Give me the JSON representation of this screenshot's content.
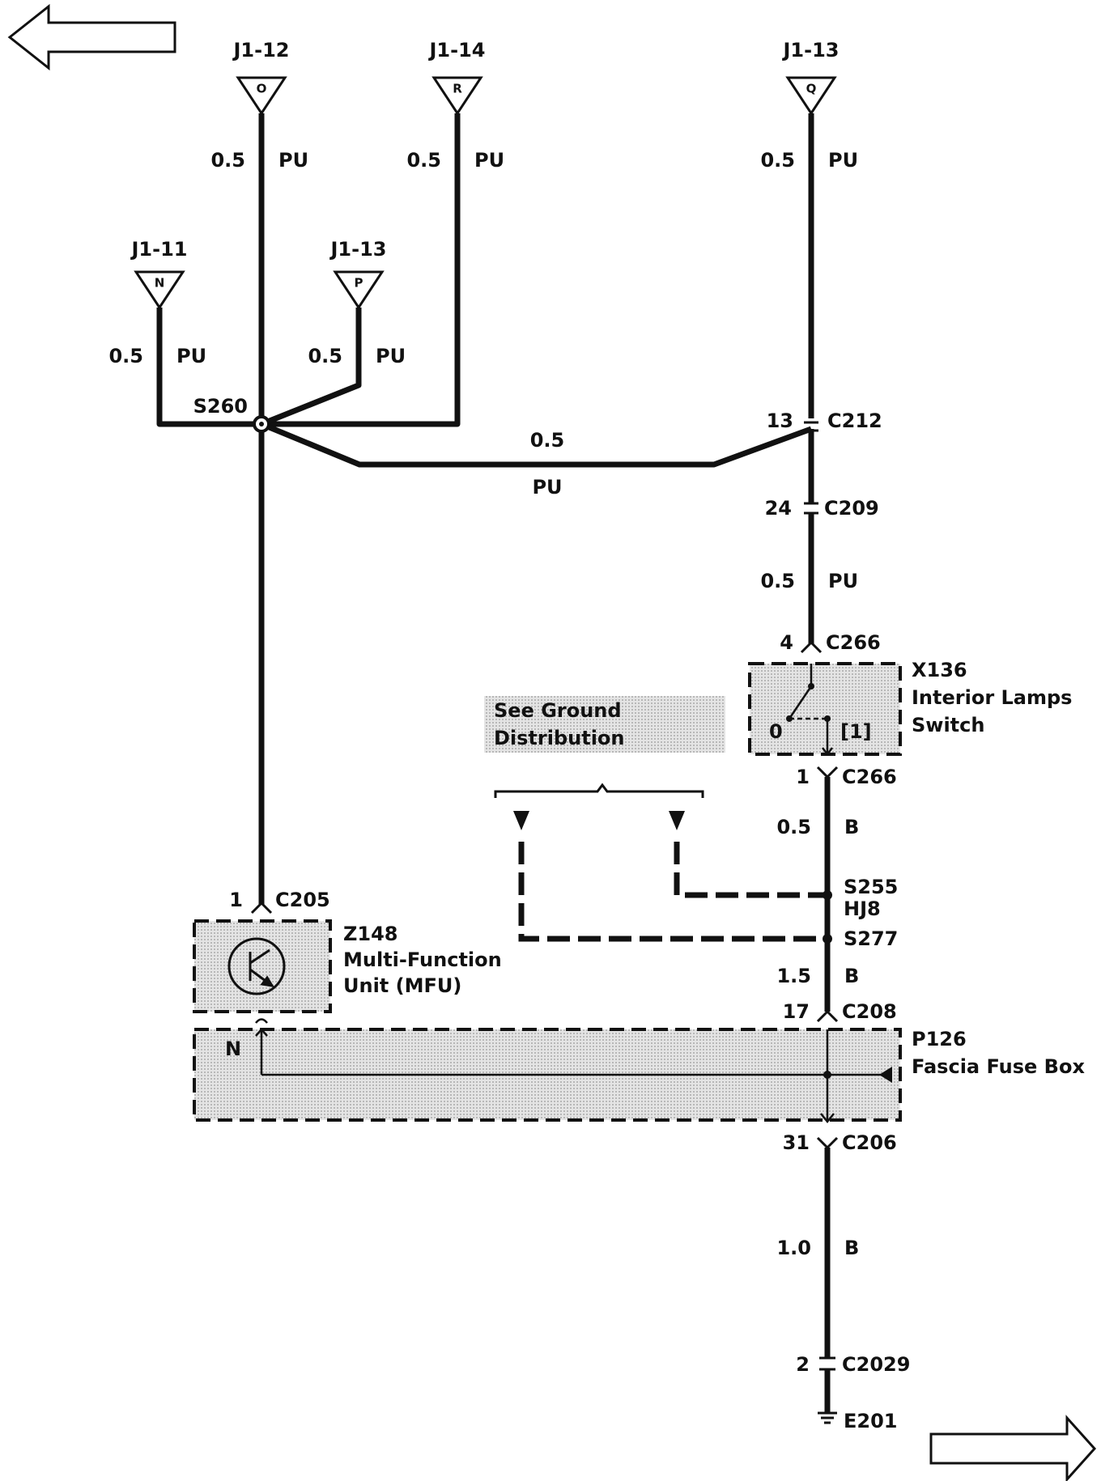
{
  "nav": {
    "prev_icon": "left-arrow-icon",
    "next_icon": "right-arrow-icon"
  },
  "terminals": {
    "j1_12": {
      "label": "J1-12",
      "letter": "O"
    },
    "j1_14": {
      "label": "J1-14",
      "letter": "R"
    },
    "j1_13_top": {
      "label": "J1-13",
      "letter": "Q"
    },
    "j1_11": {
      "label": "J1-11",
      "letter": "N"
    },
    "j1_13_mid": {
      "label": "J1-13",
      "letter": "P"
    }
  },
  "wires": {
    "w_j1_12": {
      "size": "0.5",
      "color": "PU"
    },
    "w_j1_14": {
      "size": "0.5",
      "color": "PU"
    },
    "w_j1_13_top": {
      "size": "0.5",
      "color": "PU"
    },
    "w_j1_11": {
      "size": "0.5",
      "color": "PU"
    },
    "w_j1_13_mid": {
      "size": "0.5",
      "color": "PU"
    },
    "w_s260_c212": {
      "size": "0.5",
      "color": "PU"
    },
    "w_c209_c266": {
      "size": "0.5",
      "color": "PU"
    },
    "w_c266_s255": {
      "size": "0.5",
      "color": "B"
    },
    "w_s277_c208": {
      "size": "1.5",
      "color": "B"
    },
    "w_c206_c2029": {
      "size": "1.0",
      "color": "B"
    }
  },
  "splices": {
    "s260": "S260",
    "s255": "S255",
    "hj8": "HJ8",
    "s277": "S277"
  },
  "connectors": {
    "c212": {
      "pin": "13",
      "name": "C212"
    },
    "c209": {
      "pin": "24",
      "name": "C209"
    },
    "c266_top": {
      "pin": "4",
      "name": "C266"
    },
    "c266_bot": {
      "pin": "1",
      "name": "C266"
    },
    "c205": {
      "pin": "1",
      "name": "C205"
    },
    "c208": {
      "pin": "17",
      "name": "C208"
    },
    "c206": {
      "pin": "31",
      "name": "C206"
    },
    "c2029": {
      "pin": "2",
      "name": "C2029"
    }
  },
  "components": {
    "x136": {
      "id": "X136",
      "line1": "Interior Lamps",
      "line2": "Switch",
      "pos_off": "0",
      "pos_on": "[1]"
    },
    "z148": {
      "id": "Z148",
      "line1": "Multi-Function",
      "line2": "Unit (MFU)"
    },
    "p126": {
      "id": "P126",
      "line1": "Fascia Fuse Box",
      "pin_label": "N"
    }
  },
  "ground_note": {
    "line1": "See Ground",
    "line2": "Distribution"
  },
  "ground": {
    "name": "E201",
    "icon": "ground-icon"
  }
}
